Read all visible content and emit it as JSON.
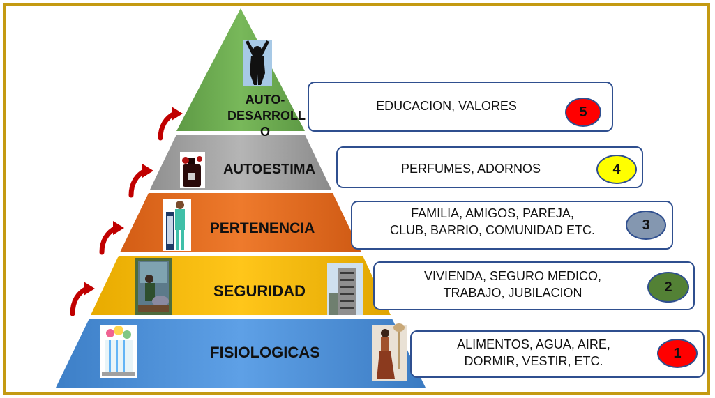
{
  "levels": [
    {
      "id": 5,
      "label": "AUTO-DESARROLLO",
      "label_lines": [
        "AUTO-",
        "DESARROLL",
        "O"
      ],
      "color": "#6aa84f",
      "examples": [
        "EDUCACION, VALORES"
      ],
      "number": "5",
      "badge_color": "#ff0000"
    },
    {
      "id": 4,
      "label": "AUTOESTIMA",
      "color": "#a6a6a6",
      "examples": [
        "PERFUMES, ADORNOS"
      ],
      "number": "4",
      "badge_color": "#ffff00"
    },
    {
      "id": 3,
      "label": "PERTENENCIA",
      "color": "#e36c1f",
      "examples": [
        "FAMILIA, AMIGOS, PAREJA,",
        "CLUB, BARRIO, COMUNIDAD ETC."
      ],
      "number": "3",
      "badge_color": "#8497b0"
    },
    {
      "id": 2,
      "label": "SEGURIDAD",
      "color": "#f2b705",
      "examples": [
        "VIVIENDA, SEGURO MEDICO,",
        "TRABAJO, JUBILACION"
      ],
      "number": "2",
      "badge_color": "#538135"
    },
    {
      "id": 1,
      "label": "FISIOLOGICAS",
      "color": "#4a8fd6",
      "examples": [
        "ALIMENTOS, AGUA, AIRE,",
        "DORMIR, VESTIR, ETC."
      ],
      "number": "1",
      "badge_color": "#ff0000"
    }
  ],
  "colors": {
    "frame": "#c49a12",
    "box_border": "#2f4f8f",
    "arrow": "#c00000"
  }
}
